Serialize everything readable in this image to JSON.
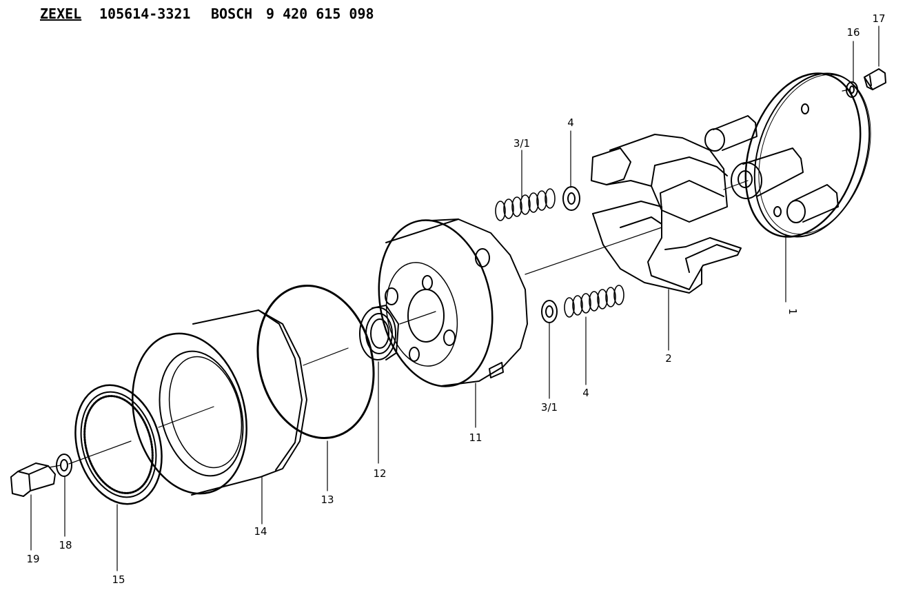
{
  "header": {
    "brand_primary": "ZEXEL",
    "part_number_primary": "105614-3321",
    "brand_secondary": "BOSCH",
    "part_number_secondary": "9 420 615 098"
  },
  "callouts": {
    "c1": "1",
    "c2": "2",
    "c3a": "3/1",
    "c3b": "3/1",
    "c4a": "4",
    "c4b": "4",
    "c11": "11",
    "c12": "12",
    "c13": "13",
    "c14": "14",
    "c15": "15",
    "c16": "16",
    "c17": "17",
    "c18": "18",
    "c19": "19"
  }
}
